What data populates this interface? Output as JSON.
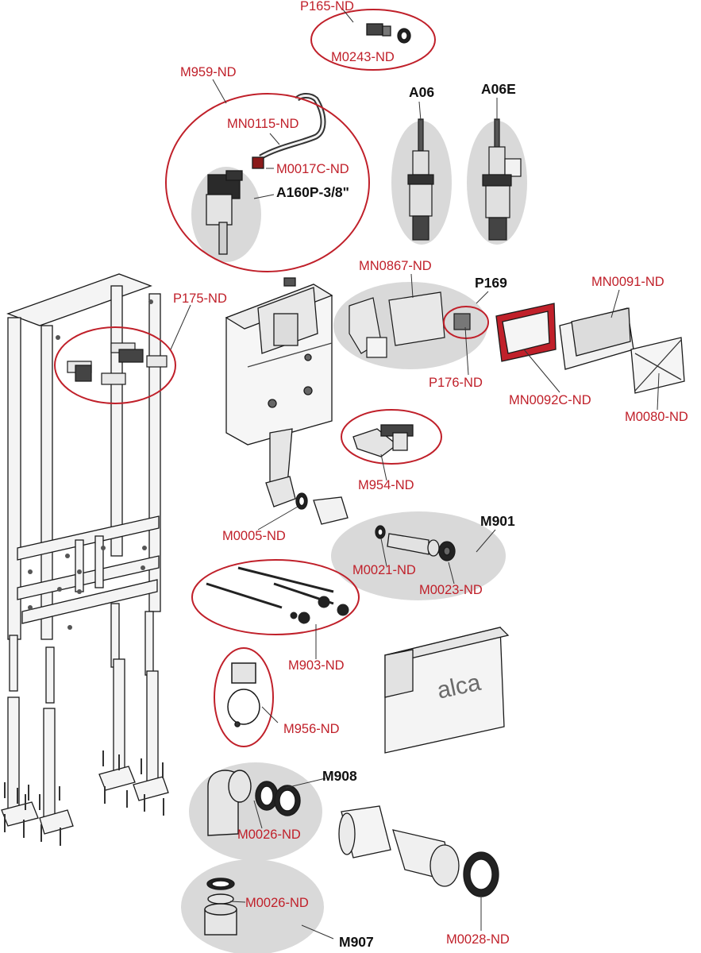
{
  "colors": {
    "accent_red": "#c0202a",
    "label_black": "#111111",
    "group_fill": "#d9d9d9",
    "outline": "#1a1a1a"
  },
  "labels": {
    "p165": "P165-ND",
    "m0243": "M0243-ND",
    "m959": "M959-ND",
    "mn0115": "MN0115-ND",
    "m0017c": "M0017C-ND",
    "a160p": "A160P-3/8\"",
    "a06": "A06",
    "a06e": "A06E",
    "mn0867": "MN0867-ND",
    "p169": "P169",
    "mn0091": "MN0091-ND",
    "p175": "P175-ND",
    "p176": "P176-ND",
    "mn0092c": "MN0092C-ND",
    "m0080": "M0080-ND",
    "m954": "M954-ND",
    "m0005": "M0005-ND",
    "m901": "M901",
    "m0021": "M0021-ND",
    "m0023": "M0023-ND",
    "m903": "M903-ND",
    "m956": "M956-ND",
    "m908": "M908",
    "m0026a": "M0026-ND",
    "m0026b": "M0026-ND",
    "m907": "M907",
    "m0028": "M0028-ND"
  },
  "box_logo": "alca"
}
